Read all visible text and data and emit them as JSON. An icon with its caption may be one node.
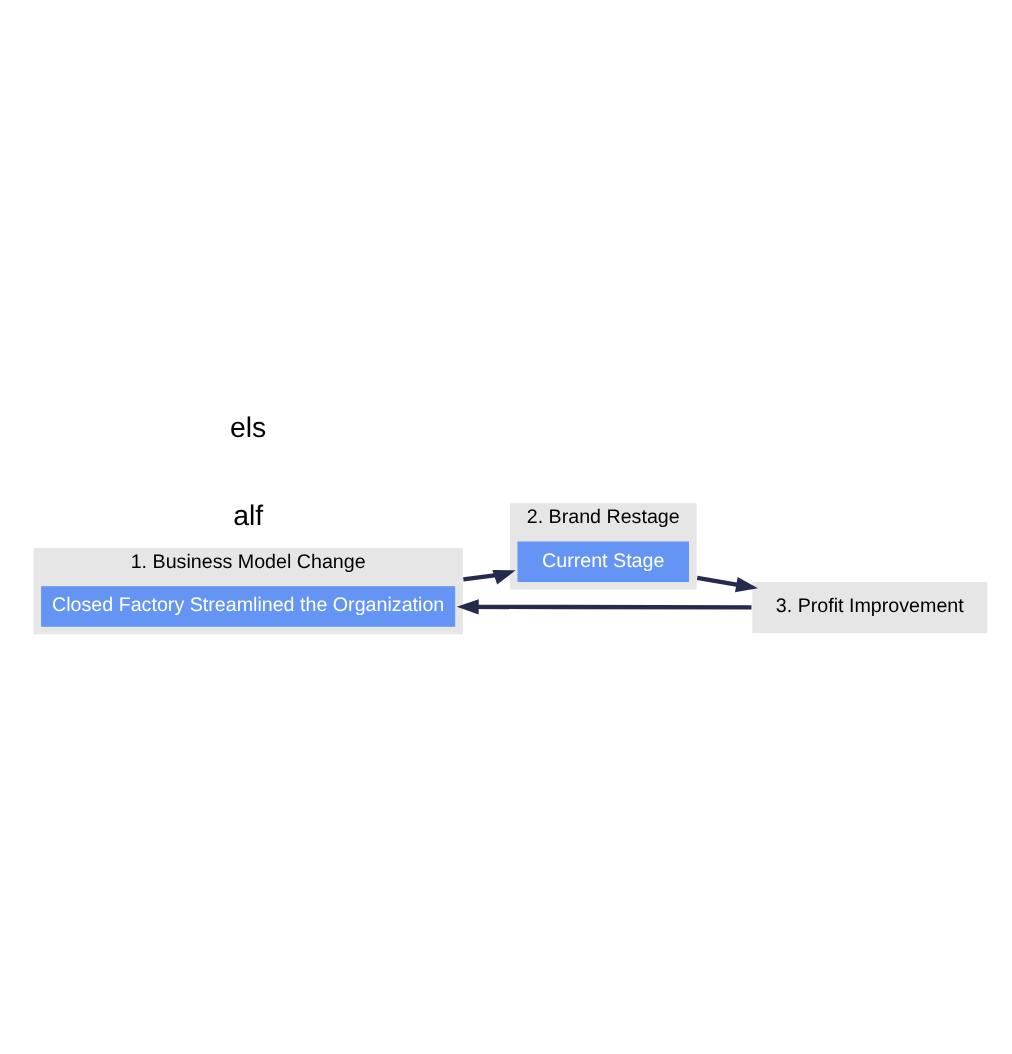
{
  "diagram": {
    "nodes": [
      {
        "text": [
          "1. Business Model Change"
        ]
      },
      {
        "text": [
          "Closed Factory Streamlined the Organization"
        ],
        "in": 0
      },
      {
        "text": [
          "2. Brand Restage"
        ]
      },
      {
        "text": [
          "Current Stage"
        ],
        "in": 2
      },
      {
        "text": [
          "3. Profit Improvement"
        ]
      }
    ],
    "edges": [
      {
        "from": 0,
        "to": 2,
        "arrow": "to"
      },
      {
        "from": 2,
        "to": 4,
        "arrow": "to"
      },
      {
        "from": 4,
        "to": 0,
        "arrow": "to"
      }
    ],
    "labels": [
      "alf",
      "els"
    ]
  }
}
